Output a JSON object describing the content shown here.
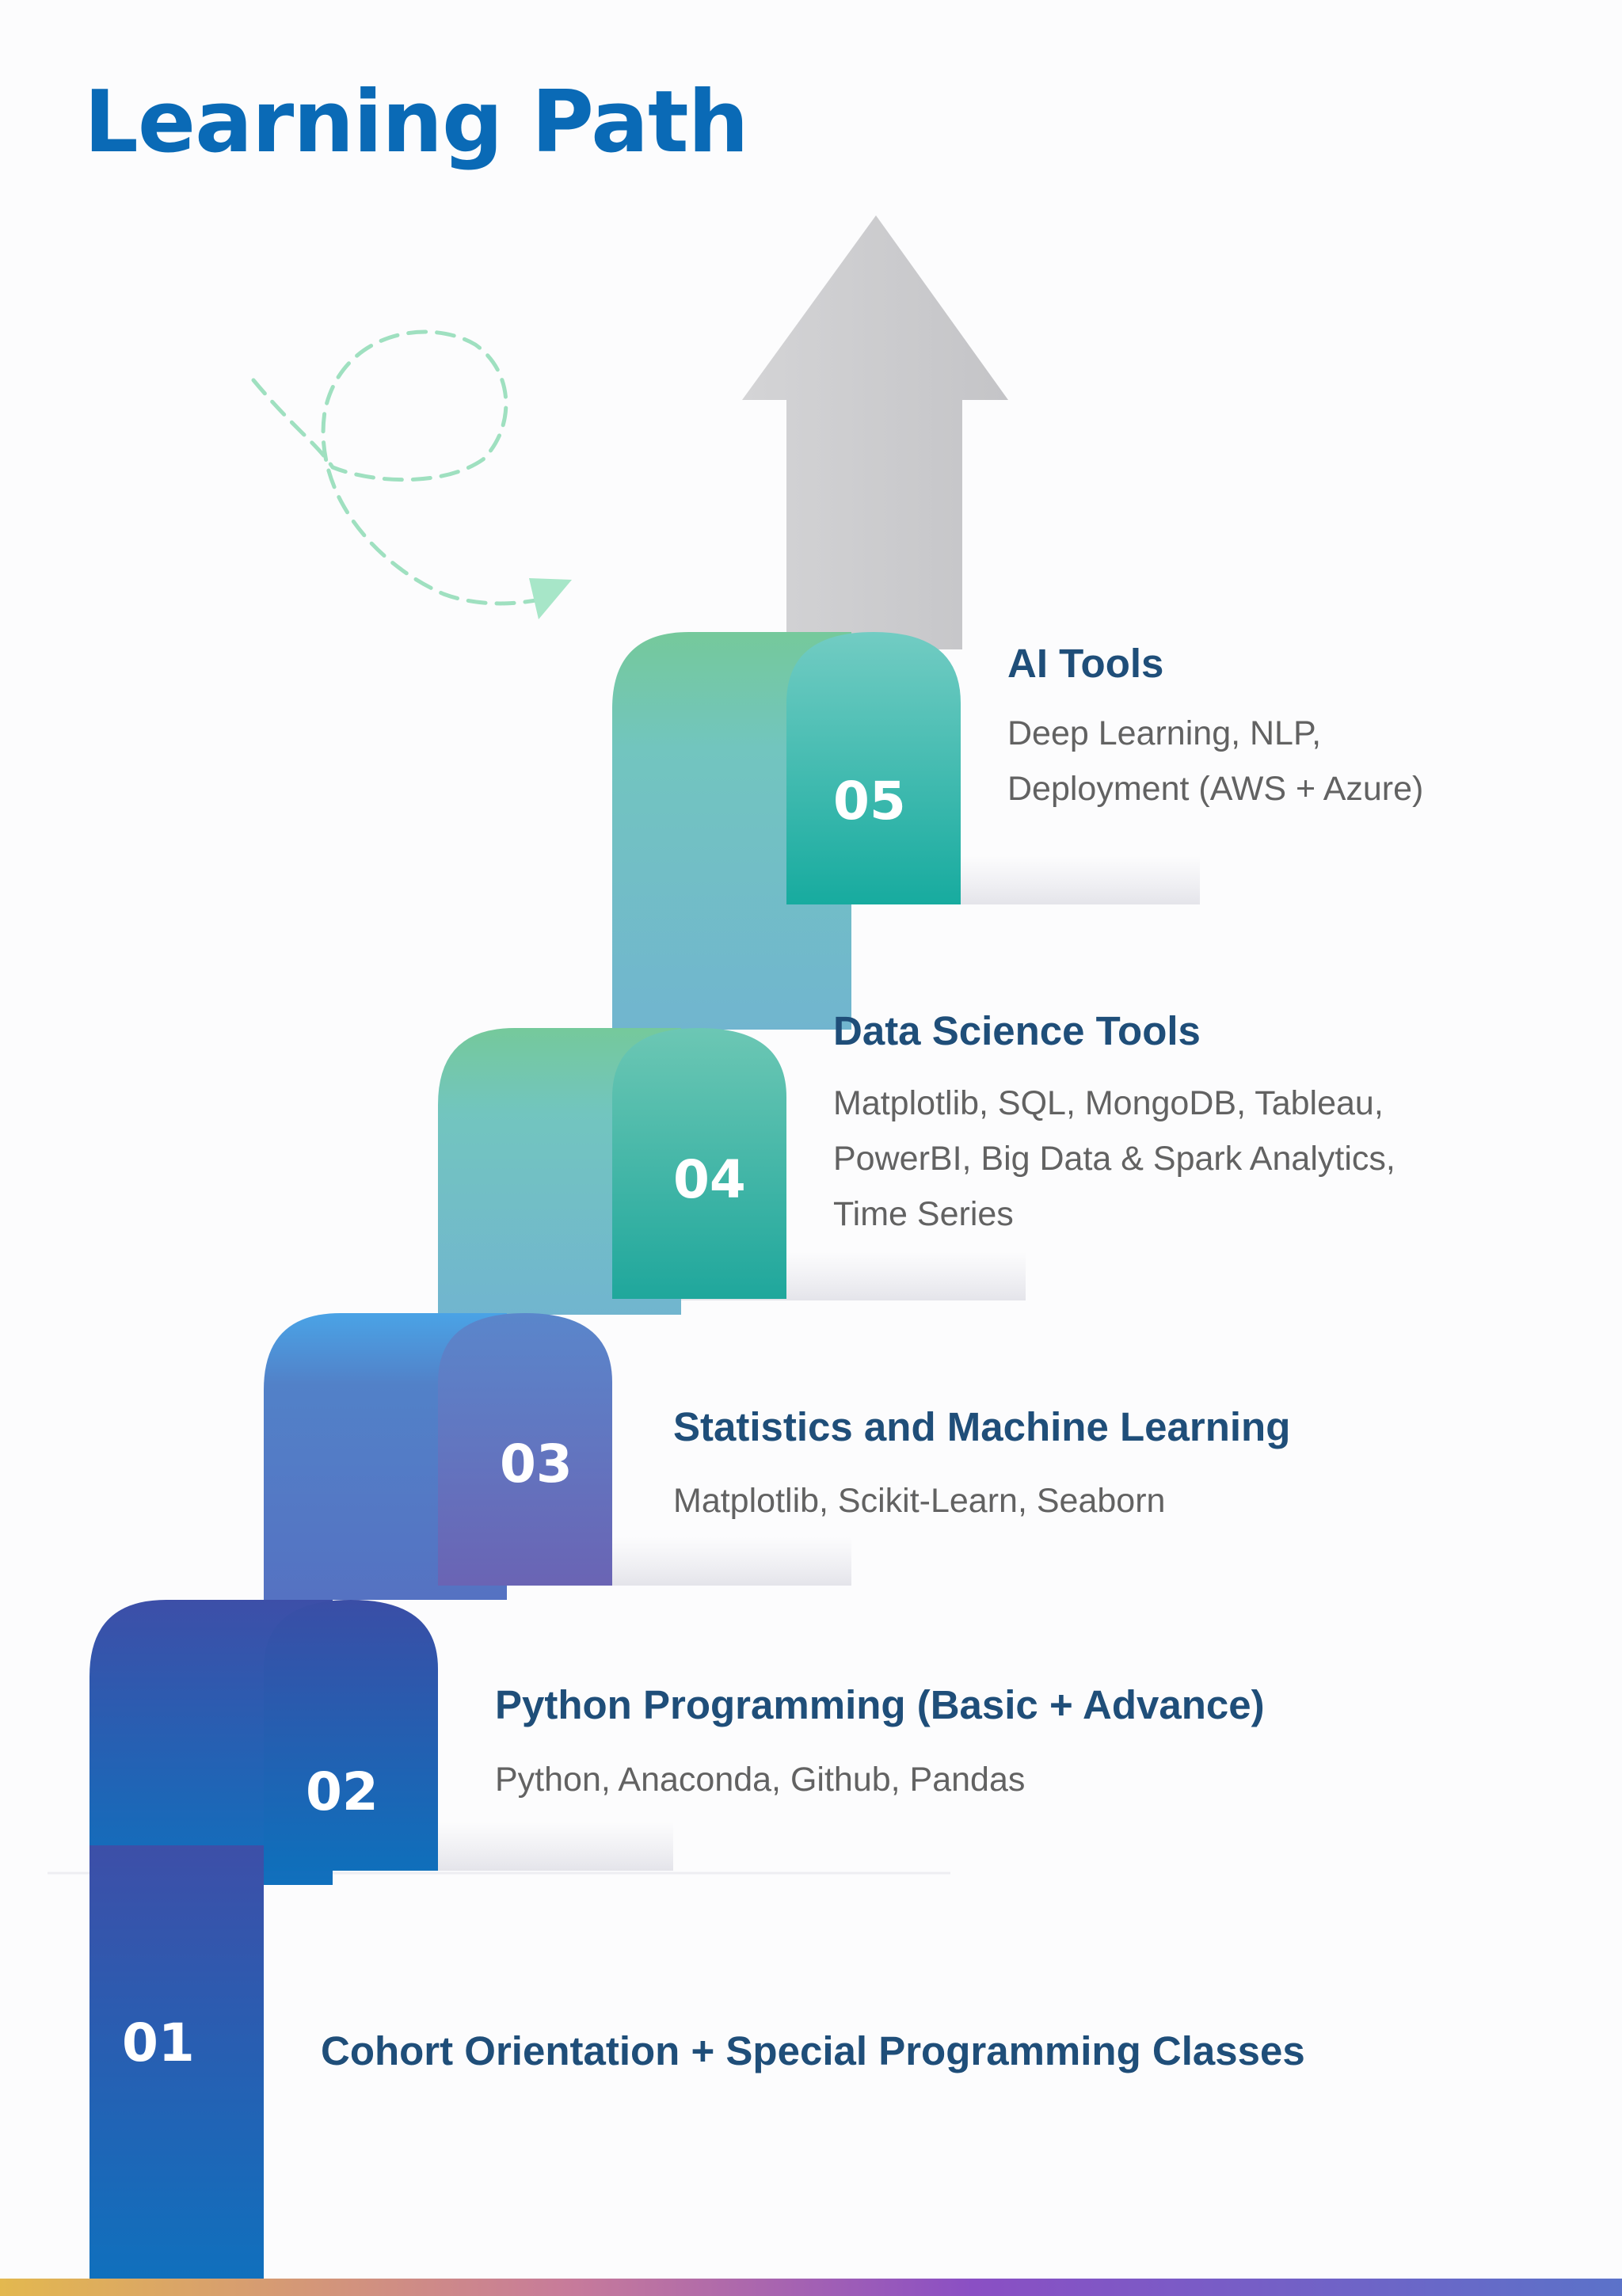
{
  "page": {
    "title": "Learning Path"
  },
  "colors": {
    "title": "#0a6ab6",
    "heading": "#1f4e79",
    "description": "#626262",
    "arrow": "#c8c8cb",
    "dashed_path": "#9fe0c0",
    "step_01": "#1d63b0",
    "step_02": "#2d67b8",
    "step_03": "#5b6fbd",
    "step_04": "#2bb0a4",
    "step_05": "#20aea6"
  },
  "icons": {
    "top": "up-arrow-icon",
    "path": "dashed-loop-arrow-icon"
  },
  "steps": [
    {
      "number": "01",
      "title": "Cohort Orientation + Special Programming Classes",
      "lines": []
    },
    {
      "number": "02",
      "title": "Python Programming (Basic + Advance)",
      "lines": [
        "Python, Anaconda, Github, Pandas"
      ]
    },
    {
      "number": "03",
      "title": "Statistics and Machine Learning",
      "lines": [
        "Matplotlib, Scikit-Learn, Seaborn"
      ]
    },
    {
      "number": "04",
      "title": "Data Science Tools",
      "lines": [
        "Matplotlib, SQL, MongoDB, Tableau,",
        "PowerBI, Big Data & Spark Analytics,",
        "Time Series"
      ]
    },
    {
      "number": "05",
      "title": "AI Tools",
      "lines": [
        "Deep Learning, NLP,",
        "Deployment (AWS + Azure)"
      ]
    }
  ]
}
